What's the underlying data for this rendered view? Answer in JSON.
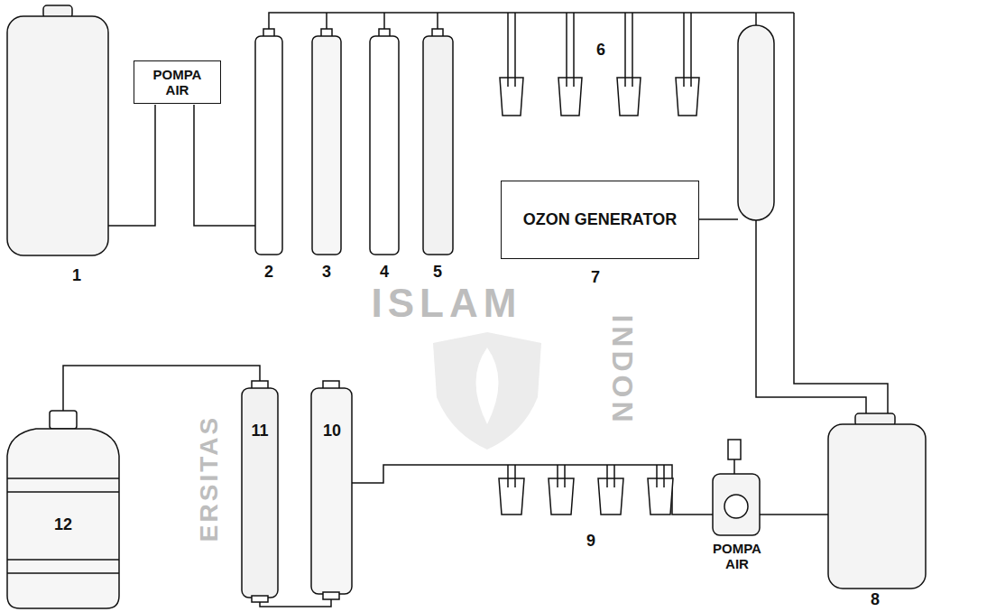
{
  "diagram": {
    "nodes": [
      {
        "text": [
          "POMPA AIR"
        ]
      },
      {
        "text": [
          "OZON GENERATOR"
        ]
      },
      {
        "text": [
          "POMPA AIR"
        ]
      }
    ],
    "labels": [
      "1",
      "2",
      "3",
      "4",
      "5",
      "6",
      "7",
      "8",
      "9",
      "10",
      "11",
      "12",
      "ISLAM",
      "ERSITAS",
      "INDON"
    ]
  }
}
